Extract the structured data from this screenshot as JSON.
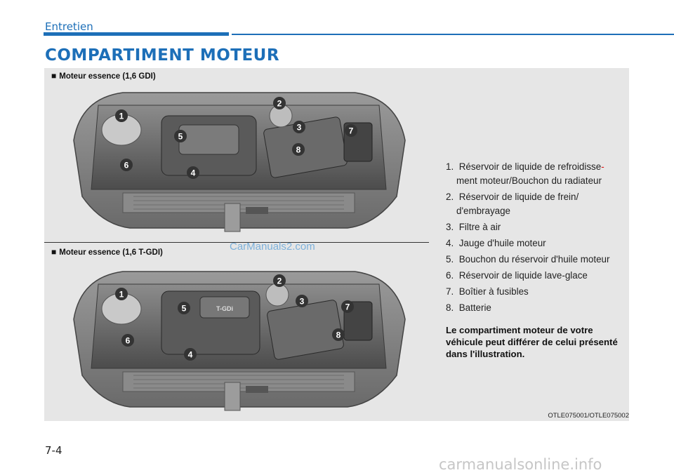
{
  "header": {
    "section": "Entretien",
    "title": "COMPARTIMENT MOTEUR"
  },
  "engines": [
    {
      "caption": "Moteur essence (1,6 GDI)",
      "engine_cover_text": ""
    },
    {
      "caption": "Moteur essence (1,6 T-GDI)",
      "engine_cover_text": "T-GDi"
    }
  ],
  "caption_marker": "■",
  "legend": [
    {
      "num": "1.",
      "text": "Réservoir de liquide de refroidisse",
      "hyphen": "-",
      "cont": "ment moteur/Bouchon du radiateur"
    },
    {
      "num": "2.",
      "text": "Réservoir de liquide de frein/",
      "cont": "d'embrayage"
    },
    {
      "num": "3.",
      "text": "Filtre à air"
    },
    {
      "num": "4.",
      "text": "Jauge d'huile moteur"
    },
    {
      "num": "5.",
      "text": "Bouchon du réservoir d'huile moteur"
    },
    {
      "num": "6.",
      "text": "Réservoir de liquide lave-glace"
    },
    {
      "num": "7.",
      "text": "Boîtier à fusibles"
    },
    {
      "num": "8.",
      "text": "Batterie"
    }
  ],
  "callouts": [
    "1",
    "2",
    "3",
    "4",
    "5",
    "6",
    "7",
    "8"
  ],
  "note": "Le compartiment moteur de votre véhicule peut différer de celui présenté dans l'illustration.",
  "image_ref": "OTLE075001/OTLE075002",
  "watermark": "CarManuals2.com",
  "page_number": "7-4",
  "footer_watermark": "carmanualsonline.info",
  "colors": {
    "accent": "#1d6fb8",
    "panel": "#e6e6e6",
    "badge": "#333333"
  }
}
